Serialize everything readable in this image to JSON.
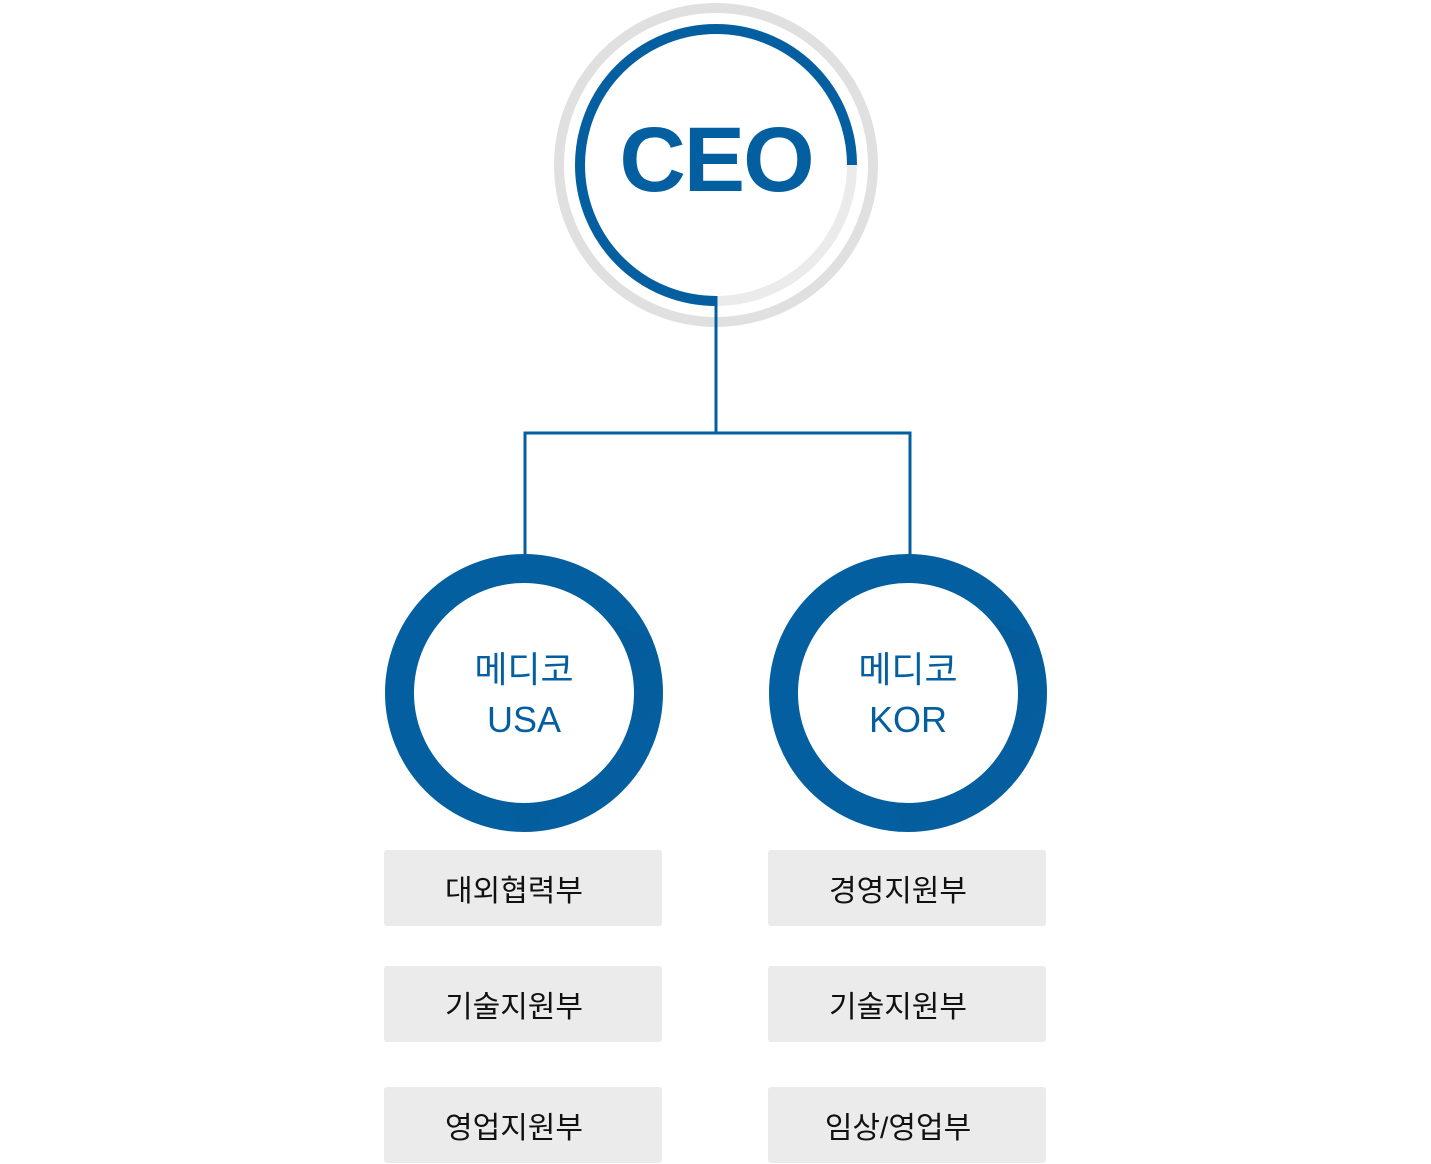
{
  "colors": {
    "primary": "#045fa0",
    "ring_gray": "#e0e0e0",
    "box_bg": "#ebebeb"
  },
  "ceo": {
    "label": "CEO"
  },
  "branches": [
    {
      "name_line1": "메디코",
      "name_line2": "USA",
      "departments": [
        "대외협력부",
        "기술지원부",
        "영업지원부"
      ]
    },
    {
      "name_line1": "메디코",
      "name_line2": "KOR",
      "departments": [
        "경영지원부",
        "기술지원부",
        "임상/영업부"
      ]
    }
  ]
}
